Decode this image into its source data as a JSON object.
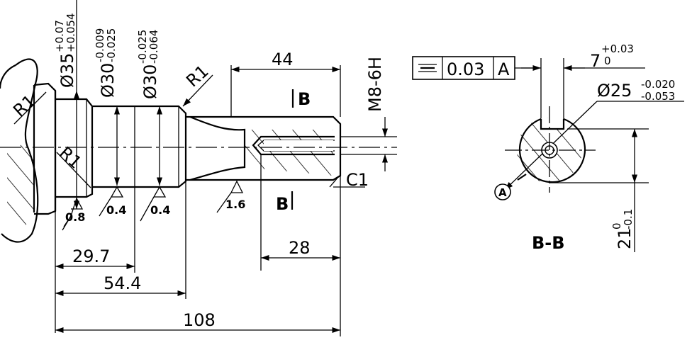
{
  "colors": {
    "ink": "#000000",
    "paper": "#ffffff"
  },
  "dimensions": {
    "d35": {
      "base": "Ø35",
      "upper": "+0.07",
      "lower": "+0.054"
    },
    "d30a": {
      "base": "Ø30",
      "upper": "-0.009",
      "lower": "-0.025"
    },
    "d30b": {
      "base": "Ø30",
      "upper": "-0.025",
      "lower": "-0.064"
    },
    "r1_top": "R1",
    "r1_left": "R1",
    "r1_inner": "R1",
    "len44": "44",
    "thread": "M8-6H",
    "len29_7": "29.7",
    "len54_4": "54.4",
    "len28": "28",
    "len108": "108",
    "chamfer": "C1"
  },
  "roughness": [
    "0.8",
    "0.4",
    "0.4",
    "1.6"
  ],
  "section": {
    "marker_top": "B",
    "marker_bottom": "B",
    "title": "B-B",
    "tolerance_frame": {
      "symbol": "symmetry",
      "value": "0.03",
      "datum": "A"
    },
    "keyway_width": {
      "base": "7",
      "upper": "+0.03",
      "lower": "0"
    },
    "diameter": {
      "base": "Ø25",
      "upper": "-0.020",
      "lower": "-0.053"
    },
    "depth": {
      "base": "21",
      "upper": "0",
      "lower": "-0.1"
    },
    "datum_label": "A"
  }
}
